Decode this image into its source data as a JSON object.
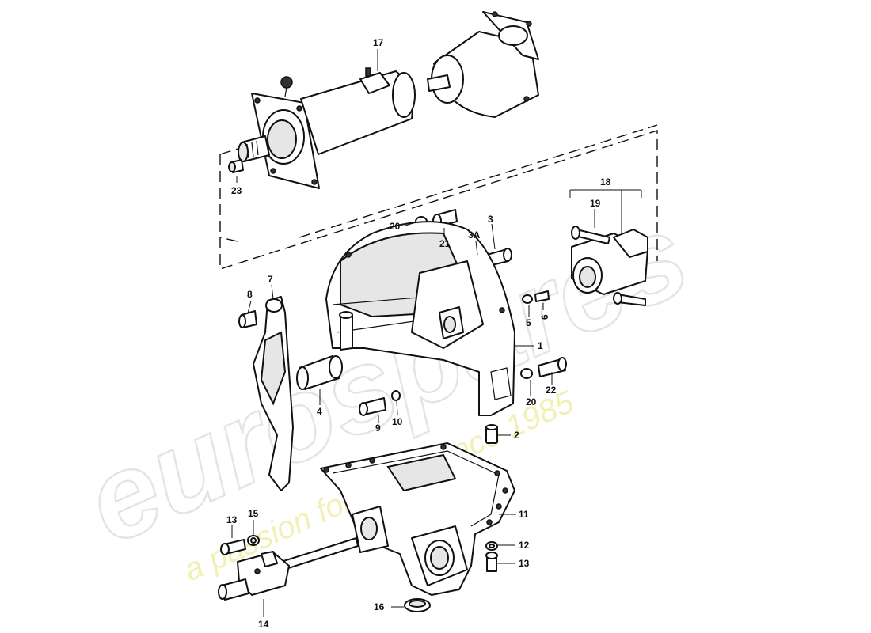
{
  "watermark": {
    "brand": "eurospares",
    "tagline": "a passion for parts since 1985",
    "brand_color": "#d9d9d9",
    "tagline_color": "#ecec9a"
  },
  "callouts": {
    "p1": "1",
    "p2": "2",
    "p3": "3",
    "p3a": "3A",
    "p4": "4",
    "p5": "5",
    "p6": "6",
    "p7": "7",
    "p8": "8",
    "p9": "9",
    "p10": "10",
    "p11": "11",
    "p12": "12",
    "p13a": "13",
    "p13b": "13",
    "p14": "14",
    "p15": "15",
    "p16": "16",
    "p17": "17",
    "p18": "18",
    "p19": "19",
    "p20a": "20",
    "p20b": "20",
    "p21": "21",
    "p22": "22",
    "p23": "23"
  }
}
